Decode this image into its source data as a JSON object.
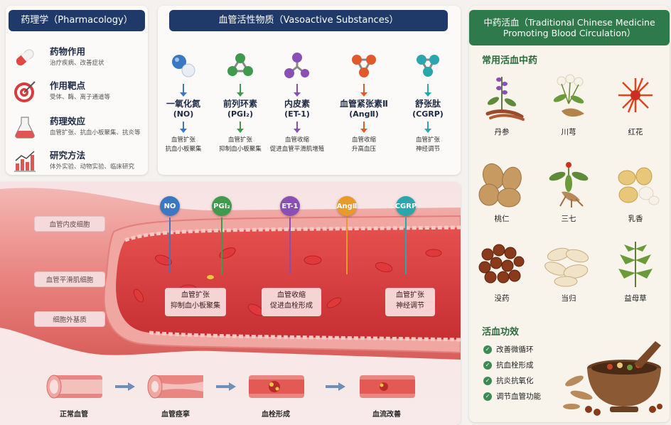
{
  "pharmacology": {
    "title": "药理学（Pharmacology）",
    "items": [
      {
        "title": "药物作用",
        "desc": "治疗疾病、改善症状",
        "icon": "capsule-icon"
      },
      {
        "title": "作用靶点",
        "desc": "受体、酶、离子通道等",
        "icon": "target-icon"
      },
      {
        "title": "药理效应",
        "desc": "血管扩张、抗血小板聚集、抗炎等",
        "icon": "flask-icon"
      },
      {
        "title": "研究方法",
        "desc": "体外实验、动物实验、临床研究",
        "icon": "bar-chart-icon"
      }
    ]
  },
  "vasoactive": {
    "title": "血管活性物质（Vasoactive Substances）",
    "substances": [
      {
        "name": "一氧化氮",
        "abbr": "(NO)",
        "effect1": "血管扩张",
        "effect2": "抗血小板聚集",
        "color": "#3a78c2"
      },
      {
        "name": "前列环素",
        "abbr": "(PGI₂)",
        "effect1": "血管扩张",
        "effect2": "抑制血小板聚集",
        "color": "#3f9a4e"
      },
      {
        "name": "内皮素",
        "abbr": "(ET-1)",
        "effect1": "血管收缩",
        "effect2": "促进血管平滑肌增殖",
        "color": "#8a4fb5"
      },
      {
        "name": "血管紧张素Ⅱ",
        "abbr": "(AngⅡ)",
        "effect1": "血管收缩",
        "effect2": "升高血压",
        "color": "#e05a2a"
      },
      {
        "name": "舒张肽",
        "abbr": "(CGRP)",
        "effect1": "血管扩张",
        "effect2": "神经调节",
        "color": "#2aa6ad"
      }
    ]
  },
  "vessel": {
    "labels": [
      "血管内皮细胞",
      "血管平滑肌细胞",
      "细胞外基质"
    ],
    "signals": [
      {
        "label": "NO",
        "color": "#3a78c2"
      },
      {
        "label": "PGI₂",
        "color": "#3f9a4e"
      },
      {
        "label": "ET-1",
        "color": "#8a4fb5"
      },
      {
        "label": "AngⅡ",
        "color": "#e89a2a"
      },
      {
        "label": "CGRP",
        "color": "#2aa6ad"
      }
    ],
    "effects": [
      {
        "line1": "血管扩张",
        "line2": "抑制血小板聚集"
      },
      {
        "line1": "血管收缩",
        "line2": "促进血栓形成"
      },
      {
        "line1": "血管扩张",
        "line2": "神经调节"
      }
    ],
    "stages": [
      "正常血管",
      "血管痉挛",
      "血栓形成",
      "血流改善"
    ]
  },
  "tcm": {
    "title_line1": "中药活血（Traditional Chinese Medicine",
    "title_line2": "Promoting Blood Circulation）",
    "herbs_title": "常用活血中药",
    "herbs": [
      "丹参",
      "川芎",
      "红花",
      "桃仁",
      "三七",
      "乳香",
      "没药",
      "当归",
      "益母草"
    ],
    "effects_title": "活血功效",
    "effects": [
      "改善微循环",
      "抗血栓形成",
      "抗炎抗氧化",
      "调节血管功能"
    ]
  }
}
